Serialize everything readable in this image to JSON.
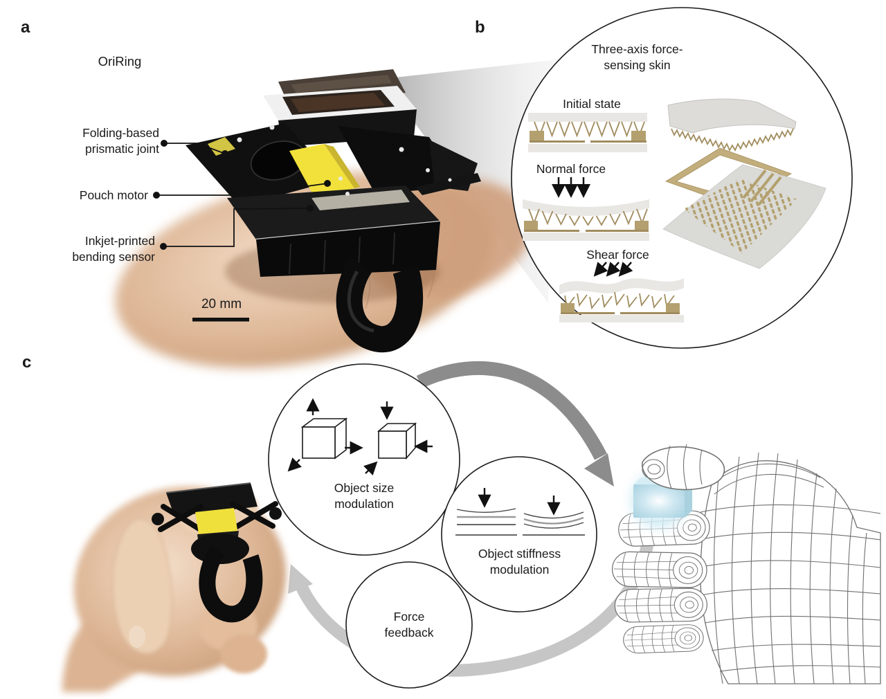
{
  "panel_a": {
    "label": "a",
    "title": "OriRing",
    "annotations": {
      "joint": "Folding-based\nprismatic joint",
      "motor": "Pouch motor",
      "sensor": "Inkjet-printed\nbending sensor"
    },
    "scale_bar_label": "20 mm"
  },
  "panel_b": {
    "label": "b",
    "title": "Three-axis force-\nsensing skin",
    "initial_state": "Initial state",
    "normal_force": "Normal force",
    "shear_force": "Shear force"
  },
  "panel_c": {
    "label": "c",
    "object_size": "Object size\nmodulation",
    "object_stiffness": "Object stiffness\nmodulation",
    "force_feedback": "Force\nfeedback"
  },
  "colors": {
    "tan": "#b3a06e",
    "tan_dark": "#a08c5e",
    "slab_gray": "#e9e7e3",
    "pouch_yellow": "#f2e13a",
    "arrow_dark": "#8c8c8c",
    "arrow_light": "#c6c6c6",
    "mesh_gray": "#707070",
    "highlight_blue": "#bde0ec",
    "skin": "#d9b090",
    "device_black": "#141414"
  }
}
